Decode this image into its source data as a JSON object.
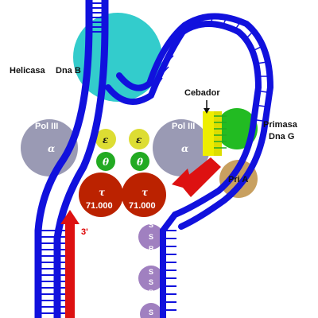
{
  "labels": {
    "helicasa": "Helicasa",
    "dna_b": "Dna B",
    "cebador": "Cebador",
    "primasa": "Primasa",
    "dna_g": "Dna G",
    "pri_a": "Pri A",
    "pol3_left": "Pol III",
    "pol3_right": "Pol III",
    "alpha_left": "α",
    "alpha_right": "α",
    "epsilon_left": "ε",
    "epsilon_right": "ε",
    "theta_left": "θ",
    "theta_right": "θ",
    "tau_left": "τ",
    "tau_right": "τ",
    "tau_left_value": "71.000",
    "tau_right_value": "71.000",
    "three_prime": "3'",
    "ssb": [
      "S",
      "S",
      "B"
    ]
  },
  "colors": {
    "dna_strand": "#1111dd",
    "new_strand": "#dd1111",
    "primer": "#eeee00",
    "helicase": "#33cccc",
    "pol3": "#9a9ab4",
    "epsilon": "#dddd33",
    "theta": "#22aa22",
    "tau": "#bb2200",
    "primase": "#22bb22",
    "pri_a": "#c8a060",
    "ssb": "#a080c0"
  }
}
